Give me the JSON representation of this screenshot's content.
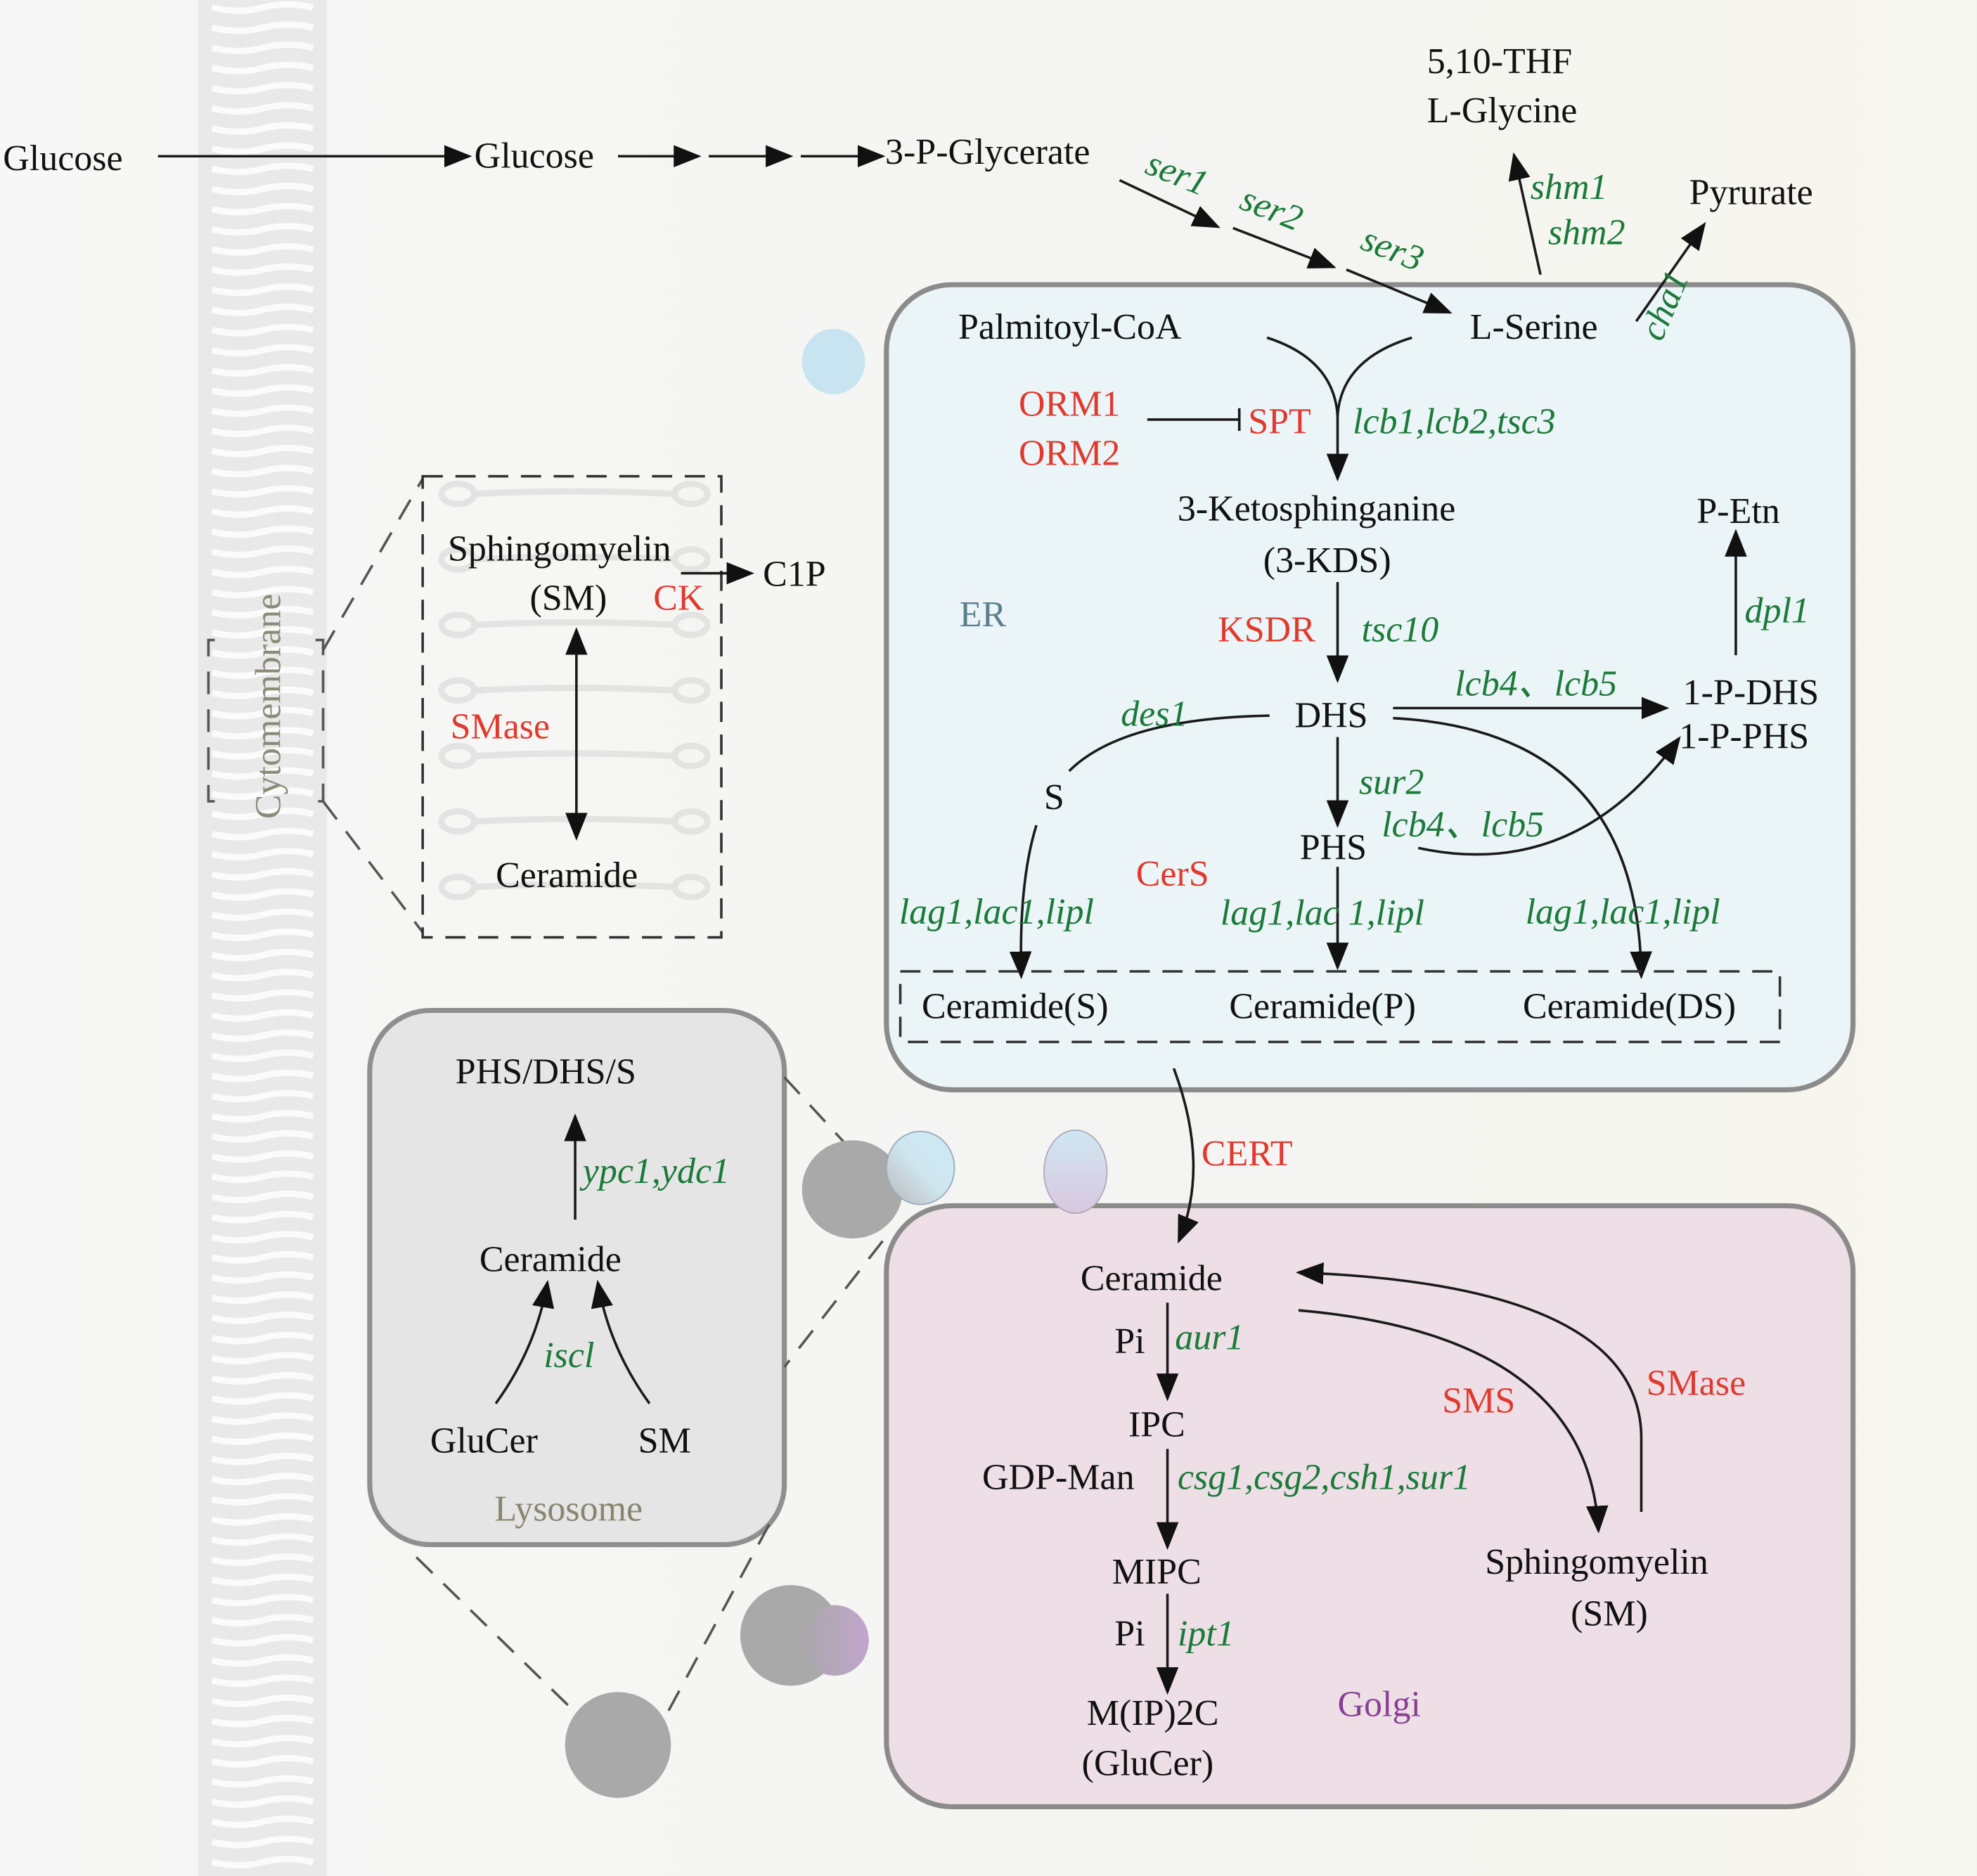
{
  "compartments": {
    "cytomembrane": "Cytomembrane",
    "er": "ER",
    "golgi": "Golgi",
    "lysosome": "Lysosome"
  },
  "colors": {
    "enzyme": "#e03a2f",
    "gene": "#1b7a3a",
    "metabolite": "#111111",
    "er_fill": "#ebf4f7",
    "golgi_fill": "#eddfe5",
    "lysosome_fill": "#e6e5e5"
  },
  "top": {
    "glucose_out": "Glucose",
    "glucose_in": "Glucose",
    "glycerate": "3-P-Glycerate",
    "ser1": "ser1",
    "ser2": "ser2",
    "ser3": "ser3",
    "thf": "5,10-THF",
    "glycine": "L-Glycine",
    "shm1": "shm1",
    "shm2": "shm2",
    "pyruvate": "Pyrurate",
    "cha1": "cha1"
  },
  "er": {
    "palmitoyl": "Palmitoyl-CoA",
    "serine": "L-Serine",
    "orm1": "ORM1",
    "orm2": "ORM2",
    "spt": "SPT",
    "spt_genes": "lcb1,lcb2,tsc3",
    "kds1": "3-Ketosphinganine",
    "kds2": "(3-KDS)",
    "ksdr": "KSDR",
    "tsc10": "tsc10",
    "dhs": "DHS",
    "lcb45a": "lcb4、lcb5",
    "p_dhs": "1-P-DHS",
    "p_phs": "1-P-PHS",
    "dpl1": "dpl1",
    "petn": "P-Etn",
    "des1": "des1",
    "s": "S",
    "sur2": "sur2",
    "phs": "PHS",
    "lcb45b": "lcb4、lcb5",
    "cers": "CerS",
    "lag_s": "lag1,lac1,lipl",
    "lag_p": "lag1,lac 1,lipl",
    "lag_ds": "lag1,lac1,lipl",
    "cer_s": "Ceramide(S)",
    "cer_p": "Ceramide(P)",
    "cer_ds": "Ceramide(DS)"
  },
  "membrane": {
    "sm1": "Sphingomyelin",
    "sm2": "(SM)",
    "ck": "CK",
    "c1p": "C1P",
    "smase": "SMase",
    "ceramide": "Ceramide"
  },
  "lysosome": {
    "bases": "PHS/DHS/S",
    "genes": "ypc1,ydc1",
    "ceramide": "Ceramide",
    "iscl": "iscl",
    "glucer": "GluCer",
    "sm": "SM"
  },
  "golgi": {
    "cert": "CERT",
    "ceramide": "Ceramide",
    "pi1": "Pi",
    "aur1": "aur1",
    "ipc": "IPC",
    "gdpman": "GDP-Man",
    "csg": "csg1,csg2,csh1,sur1",
    "mipc": "MIPC",
    "pi2": "Pi",
    "ipt1": "ipt1",
    "mip2c1": "M(IP)2C",
    "mip2c2": "(GluCer)",
    "sms": "SMS",
    "smase": "SMase",
    "sm1": "Sphingomyelin",
    "sm2": "(SM)"
  }
}
